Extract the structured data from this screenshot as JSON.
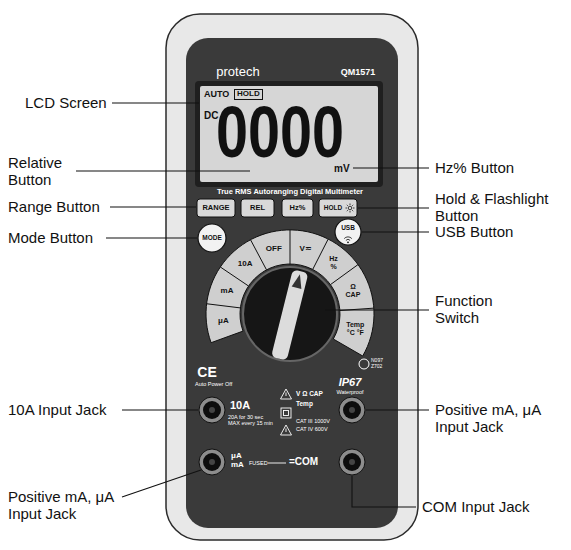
{
  "diagram": {
    "labels": [
      "LCD Screen",
      "Relative Button",
      "Range Button",
      "Mode Button",
      "10A Input Jack",
      "Positive mA, μA Input Jack",
      "Hz% Button",
      "Hold & Flashlight Button",
      "USB Button",
      "Function Switch",
      "Positive mA, μA Input Jack",
      "COM Input Jack",
      "protech",
      "QM1571",
      "AUTO",
      "HOLD",
      "DC",
      "0000",
      "mV",
      "True RMS Autoranging Digital Multimeter",
      "RANGE",
      "REL",
      "Hz%",
      "HOLD",
      "MODE",
      "USB",
      "OFF",
      "V≂",
      "Hz %",
      "Ω CAP",
      "Temp °C °F",
      "10A",
      "mA",
      "μA",
      "CE",
      "Auto Power Off",
      "IP67",
      "Waterproof",
      "10A",
      "20A for 30 sec MAX every 15 min",
      "μA mA",
      "FUSED",
      "=COM",
      "V Ω CAP",
      "Temp",
      "CAT III 1000V",
      "CAT IV 600V",
      "N097 Z702"
    ]
  }
}
